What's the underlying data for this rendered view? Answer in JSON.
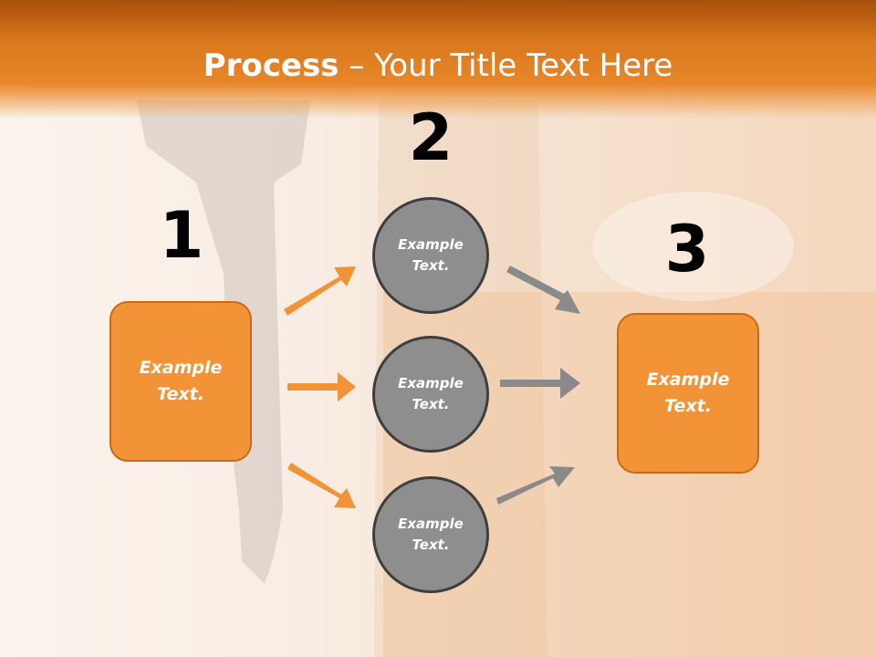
{
  "header": {
    "title_bold": "Process",
    "title_rest": " – Your Title Text Here"
  },
  "steps": {
    "num1": "1",
    "num2": "2",
    "num3": "3"
  },
  "left_box": {
    "label": "Example\nText."
  },
  "circles": [
    {
      "label": "Example\nText."
    },
    {
      "label": "Example\nText."
    },
    {
      "label": "Example\nText."
    }
  ],
  "right_box": {
    "label": "Example\nText."
  },
  "colors": {
    "accent_orange": "#f39337",
    "circle_gray": "#8e8e8e",
    "arrow_gray": "#8a8a8a",
    "header_orange": "#d9781c"
  }
}
